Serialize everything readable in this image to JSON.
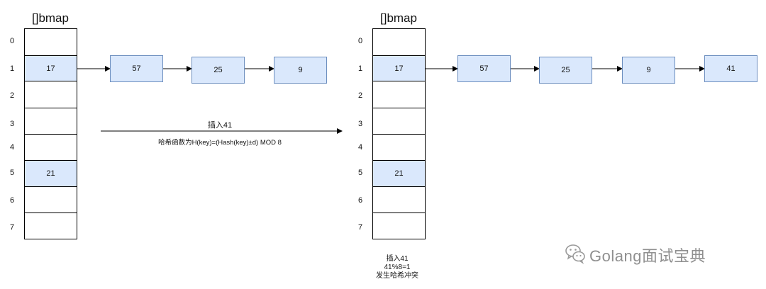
{
  "left": {
    "title": "[]bmap",
    "indices": [
      "0",
      "1",
      "2",
      "3",
      "4",
      "5",
      "6",
      "7"
    ],
    "buckets": [
      "",
      "17",
      "",
      "",
      "",
      "21",
      "",
      ""
    ],
    "chain": [
      "57",
      "25",
      "9"
    ]
  },
  "right": {
    "title": "[]bmap",
    "indices": [
      "0",
      "1",
      "2",
      "3",
      "4",
      "5",
      "6",
      "7"
    ],
    "buckets": [
      "",
      "17",
      "",
      "",
      "",
      "21",
      "",
      ""
    ],
    "chain": [
      "57",
      "25",
      "9",
      "41"
    ]
  },
  "transition": {
    "label": "插入41",
    "formula": "哈希函数为H(key)=(Hash(key)±d) MOD 8"
  },
  "note": {
    "line1": "插入41",
    "line2": "41%8=1",
    "line3": "发生哈希冲突"
  },
  "watermark": {
    "text": "Golang面试宝典",
    "icon": "wechat-icon"
  },
  "colors": {
    "highlight": "#dae8fc",
    "node_border": "#6c8ebf"
  }
}
